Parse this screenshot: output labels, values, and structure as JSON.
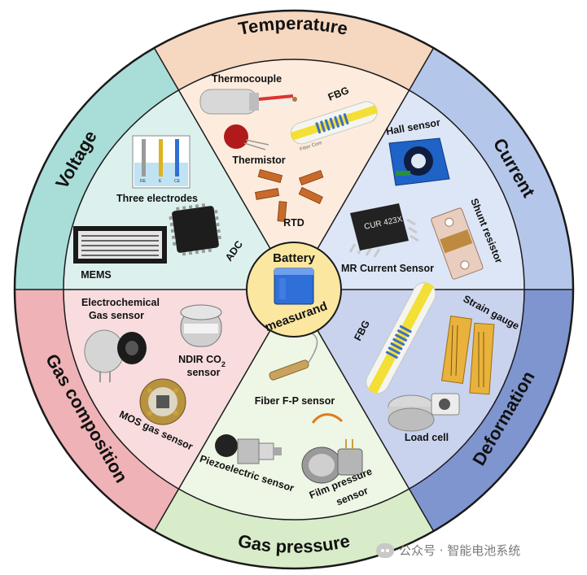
{
  "center": {
    "line1": "Battery",
    "line2": "measurand"
  },
  "sectors": {
    "temperature": {
      "label": "Temperature",
      "color": "#f6d7bf",
      "inner": "#fdecdd"
    },
    "current": {
      "label": "Current",
      "color": "#b4c7ea",
      "inner": "#dde6f6"
    },
    "deformation": {
      "label": "Deformation",
      "color": "#7f95cf",
      "inner": "#c9d3ee"
    },
    "gas_pressure": {
      "label": "Gas pressure",
      "color": "#d8ecc9",
      "inner": "#eef6e6"
    },
    "gas_composition": {
      "label": "Gas composition",
      "color": "#efb2b6",
      "inner": "#f8dcde"
    },
    "voltage": {
      "label": "Voltage",
      "color": "#a9ddd8",
      "inner": "#dcf1ee"
    }
  },
  "items": {
    "thermocouple": "Thermocouple",
    "fbg_temp": "FBG",
    "thermistor": "Thermistor",
    "rtd": "RTD",
    "hall_sensor": "Hall sensor",
    "shunt_resistor": "Shunt resistor",
    "mr_current_sensor": "MR Current Sensor",
    "fbg_deform": "FBG",
    "strain_gauge": "Strain gauge",
    "load_cell": "Load cell",
    "fiber_fp_sensor": "Fiber F-P sensor",
    "piezoelectric_sensor": "Piezoelectric sensor",
    "film_pressure_line1": "Film pressure",
    "film_pressure_line2": "sensor",
    "electrochem_line1": "Electrochemical",
    "electrochem_line2": "Gas sensor",
    "ndir_line1": "NDIR CO",
    "ndir_sub": "2",
    "ndir_line2": "sensor",
    "mos_gas_sensor": "MOS gas sensor",
    "three_electrodes": "Three electrodes",
    "mems": "MEMS",
    "adc": "ADC"
  },
  "product_text": {
    "chip_marking": "CUR 423X",
    "fbg_caption": "Fiber Core",
    "electrode_re": "RE",
    "electrode_e": "E",
    "electrode_ce": "CE"
  },
  "watermark": {
    "text": "公众号 · 智能电池系统"
  }
}
